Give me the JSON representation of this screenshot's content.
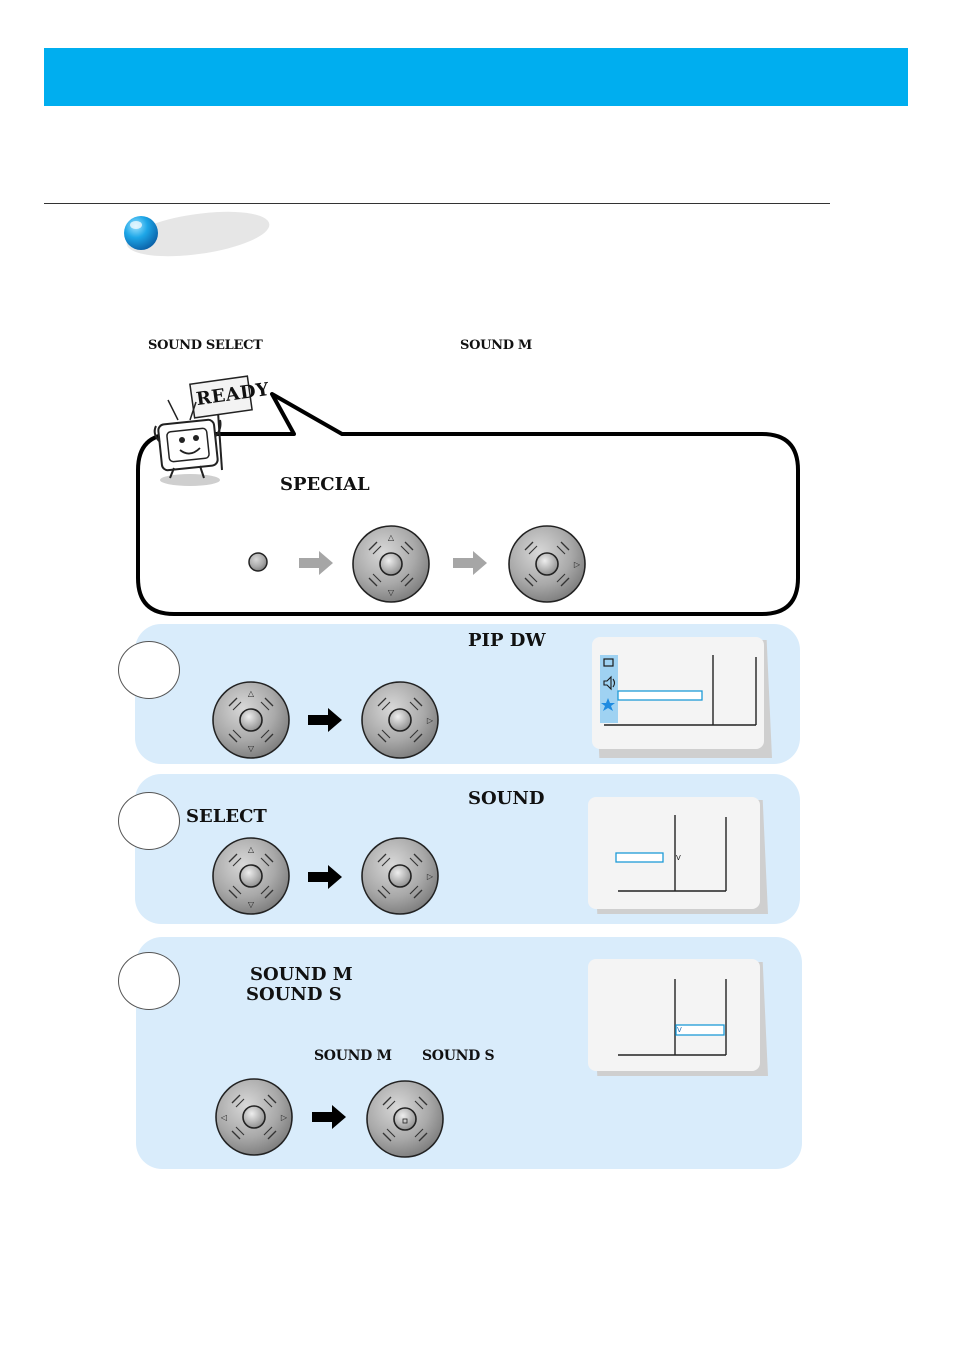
{
  "header": {
    "color": "#00aeef"
  },
  "labels": {
    "sound_select": "SOUND SELECT",
    "sound_m": "SOUND M"
  },
  "ready_panel": {
    "sign_text": "READY",
    "special": "SPECIAL"
  },
  "steps": [
    {
      "label_1": "PIP DW"
    },
    {
      "label_1": "SOUND",
      "label_2": "SELECT"
    },
    {
      "label_1": "SOUND  M",
      "label_2": "SOUND  S",
      "label_3": "SOUND  M",
      "label_4": "SOUND  S"
    }
  ],
  "screen2": {
    "marker": "V"
  },
  "screen3": {
    "marker": "V"
  },
  "icons": {
    "bullet": "blue-ball-icon",
    "arrow_gray": "arrow-right-gray-icon",
    "arrow_black": "arrow-right-black-icon",
    "joystick": "joystick-icon"
  }
}
